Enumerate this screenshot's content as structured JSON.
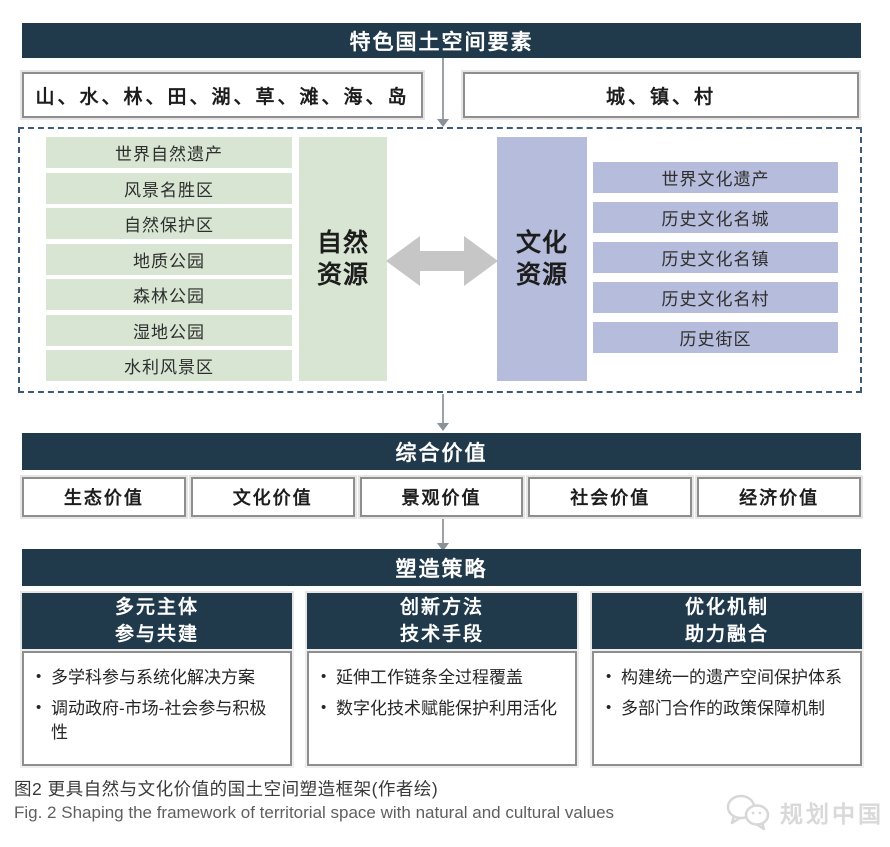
{
  "colors": {
    "banner_navy": "#20394b",
    "natural_green": "#d7e5d2",
    "cultural_purple": "#b6bcdb",
    "big_arrow_gray": "#c6c6c6",
    "dashed_border": "#3d5a77",
    "box_border": "#8e8e8e"
  },
  "top": {
    "title": "特色国土空间要素",
    "elements_left": "山、水、林、田、湖、草、滩、海、岛",
    "elements_right": "城、镇、村"
  },
  "resources": {
    "natural_label": "自然\n资源",
    "cultural_label": "文化\n资源",
    "natural_items": [
      "世界自然遗产",
      "风景名胜区",
      "自然保护区",
      "地质公园",
      "森林公园",
      "湿地公园",
      "水利风景区"
    ],
    "cultural_items": [
      "世界文化遗产",
      "历史文化名城",
      "历史文化名镇",
      "历史文化名村",
      "历史街区"
    ]
  },
  "values": {
    "title": "综合价值",
    "items": [
      "生态价值",
      "文化价值",
      "景观价值",
      "社会价值",
      "经济价值"
    ]
  },
  "strategies": {
    "title": "塑造策略",
    "columns": [
      {
        "heading_line1": "多元主体",
        "heading_line2": "参与共建",
        "bullets": [
          "多学科参与系统化解决方案",
          "调动政府-市场-社会参与积极性"
        ]
      },
      {
        "heading_line1": "创新方法",
        "heading_line2": "技术手段",
        "bullets": [
          "延伸工作链条全过程覆盖",
          "数字化技术赋能保护利用活化"
        ]
      },
      {
        "heading_line1": "优化机制",
        "heading_line2": "助力融合",
        "bullets": [
          "构建统一的遗产空间保护体系",
          "多部门合作的政策保障机制"
        ]
      }
    ]
  },
  "caption": {
    "zh": "图2 更具自然与文化价值的国土空间塑造框架(作者绘)",
    "en": "Fig. 2  Shaping the framework of territorial space with natural and cultural values"
  },
  "watermark": {
    "text": "规划中国"
  }
}
